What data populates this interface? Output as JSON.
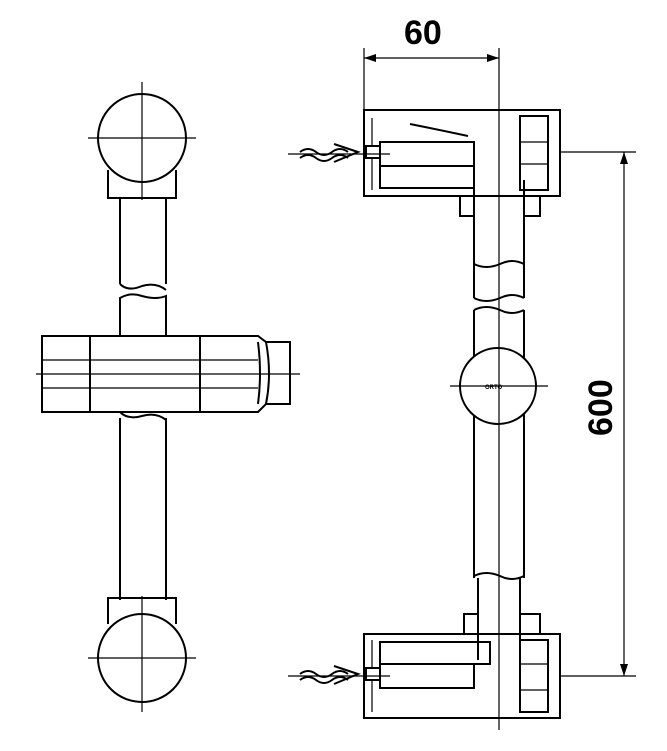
{
  "drawing": {
    "dimensions": {
      "depth": "60",
      "length": "600"
    },
    "brand_mark": "ORTO",
    "colors": {
      "line": "#000000",
      "background": "#ffffff"
    }
  }
}
